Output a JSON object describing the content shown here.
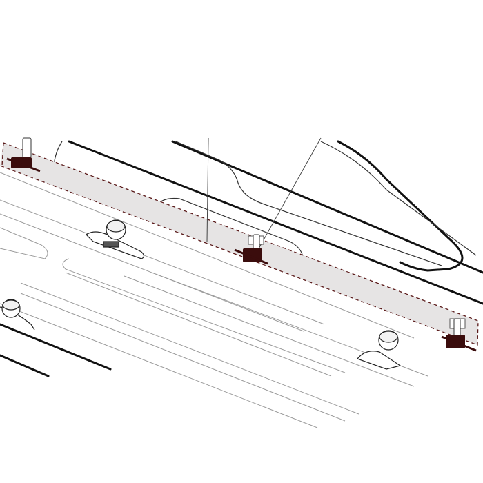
{
  "illustration": {
    "subject": "roof-box-lid-hinge-strip",
    "colors": {
      "background": "#ffffff",
      "line": "#111111",
      "thin_line": "#8a8a8a",
      "highlight_fill": "#e6e4e4",
      "highlight_dash": "#5a1a1a",
      "hinge": "#3b0d0d"
    },
    "callouts": 2,
    "hinges": 3,
    "mount_knobs": 3
  }
}
